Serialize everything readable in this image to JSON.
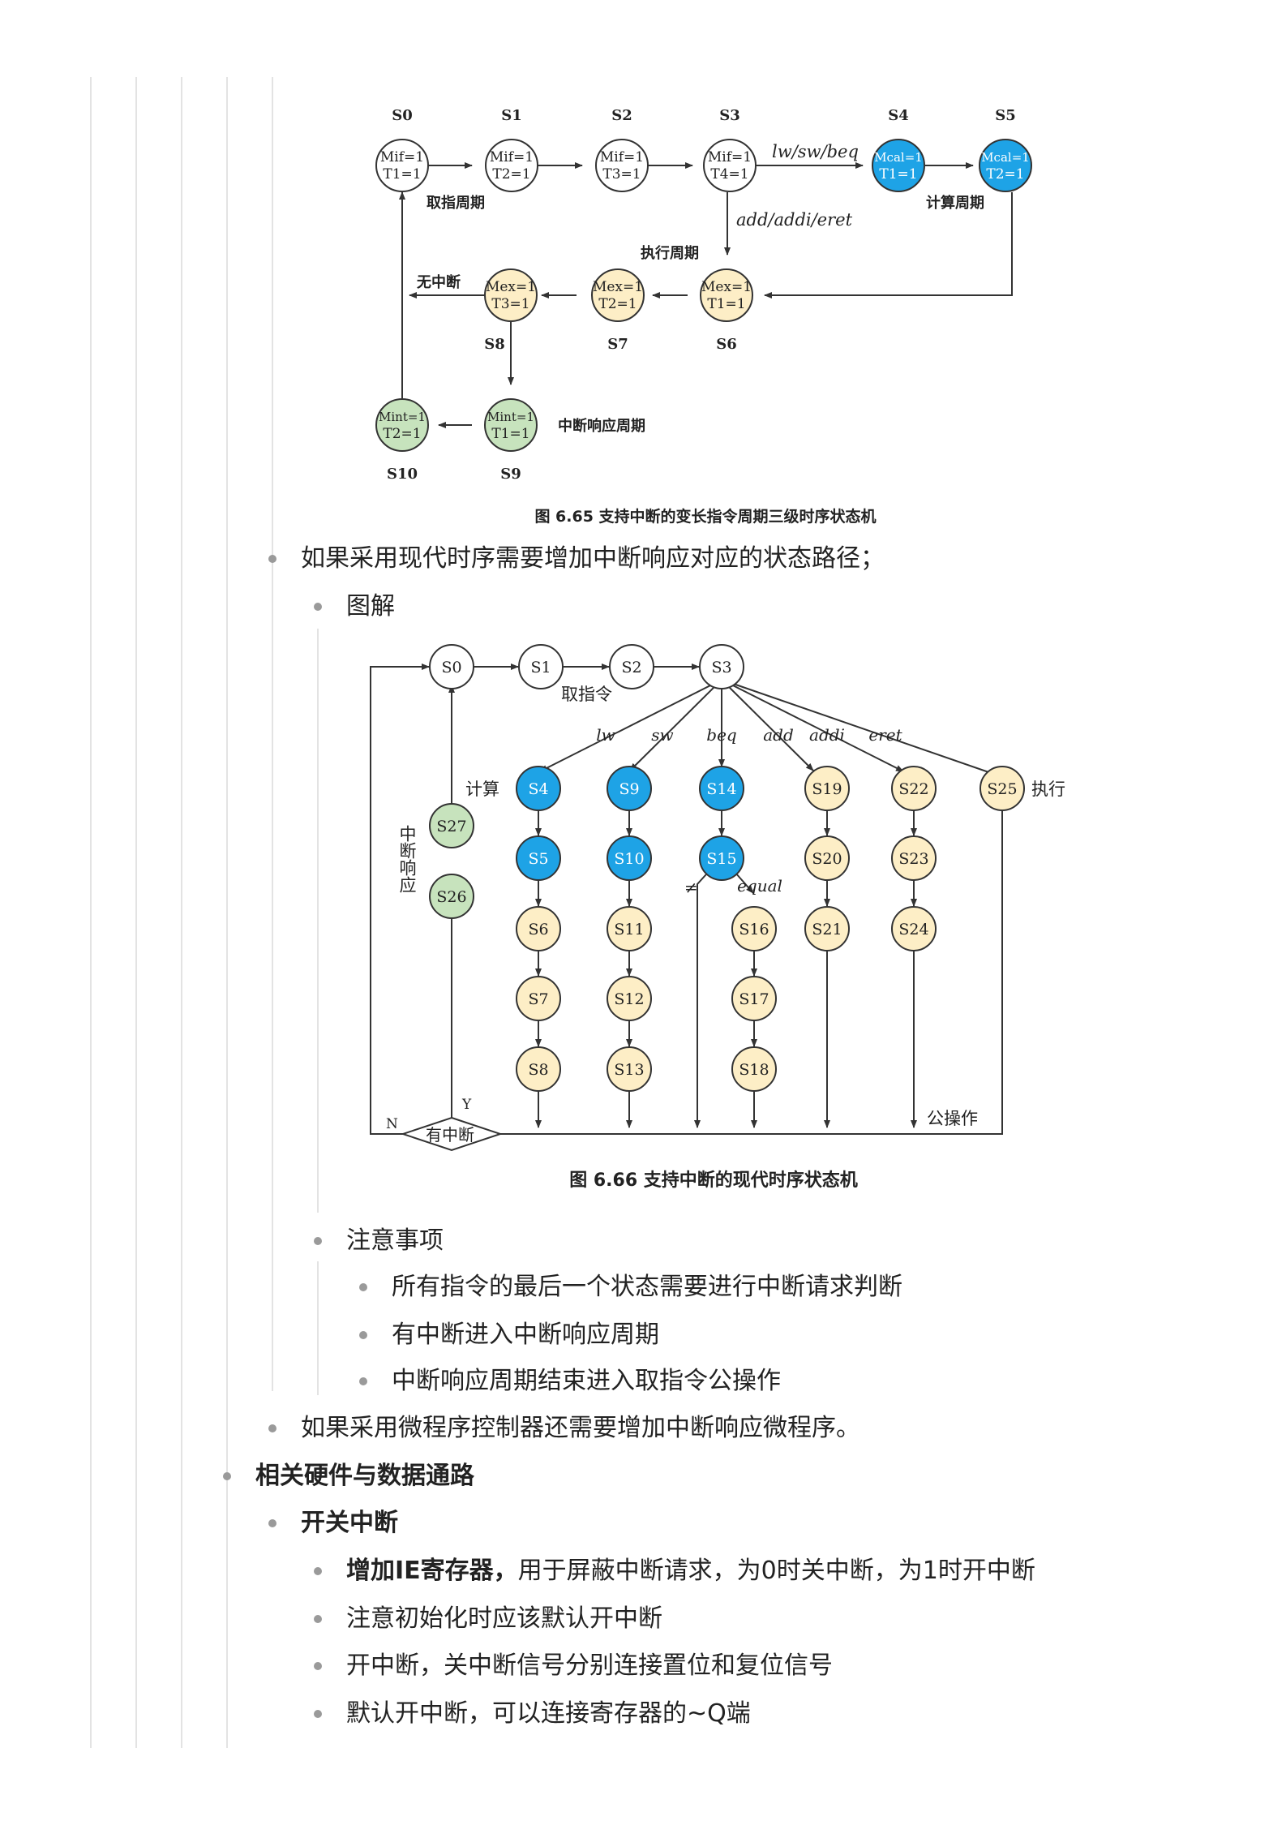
{
  "figure_665": {
    "states": [
      {
        "name": "S0",
        "l1": "Mif=1",
        "l2": "T1=1"
      },
      {
        "name": "S1",
        "l1": "Mif=1",
        "l2": "T2=1"
      },
      {
        "name": "S2",
        "l1": "Mif=1",
        "l2": "T3=1"
      },
      {
        "name": "S3",
        "l1": "Mif=1",
        "l2": "T4=1"
      },
      {
        "name": "S4",
        "l1": "Mcal=1",
        "l2": "T1=1"
      },
      {
        "name": "S5",
        "l1": "Mcal=1",
        "l2": "T2=1"
      },
      {
        "name": "S6",
        "l1": "Mex=1",
        "l2": "T1=1"
      },
      {
        "name": "S7",
        "l1": "Mex=1",
        "l2": "T2=1"
      },
      {
        "name": "S8",
        "l1": "Mex=1",
        "l2": "T3=1"
      },
      {
        "name": "S9",
        "l1": "Mint=1",
        "l2": "T1=1"
      },
      {
        "name": "S10",
        "l1": "Mint=1",
        "l2": "T2=1"
      }
    ],
    "labels": {
      "fetch_cycle": "取指周期",
      "calc_cycle": "计算周期",
      "exec_cycle": "执行周期",
      "no_interrupt": "无中断",
      "int_cycle": "中断响应周期",
      "mem_branch": "lw/sw/beq",
      "alu_branch": "add/addi/eret"
    },
    "caption": "图 6.65  支持中断的变长指令周期三级时序状态机"
  },
  "bullet1": "如果采用现代时序需要增加中断响应对应的状态路径；",
  "sub_diagram": "图解",
  "figure_666": {
    "states": [
      "S0",
      "S1",
      "S2",
      "S3",
      "S4",
      "S9",
      "S14",
      "S19",
      "S22",
      "S25",
      "S5",
      "S10",
      "S15",
      "S20",
      "S23",
      "S6",
      "S11",
      "S16",
      "S21",
      "S24",
      "S7",
      "S12",
      "S17",
      "S8",
      "S13",
      "S18",
      "S26",
      "S27"
    ],
    "branch_labels": [
      "lw",
      "sw",
      "beq",
      "add",
      "addi",
      "eret"
    ],
    "labels": {
      "fetch": "取指令",
      "compute": "计算",
      "execute": "执行",
      "int_response": "中断响应",
      "neq": "≠",
      "equal": "equal",
      "public_op": "公操作",
      "has_interrupt": "有中断",
      "yes": "Y",
      "no": "N"
    },
    "caption": "图 6.66  支持中断的现代时序状态机"
  },
  "notes_title": "注意事项",
  "notes": [
    "所有指令的最后一个状态需要进行中断请求判断",
    "有中断进入中断响应周期",
    "中断响应周期结束进入取指令公操作"
  ],
  "bullet2": "如果采用微程序控制器还需要增加中断响应微程序。",
  "section_title": "相关硬件与数据通路",
  "subsection_title": "开关中断",
  "items": [
    {
      "bold": "增加IE寄存器，",
      "text": "用于屏蔽中断请求，为0时关中断，为1时开中断"
    },
    {
      "bold": "",
      "text": "注意初始化时应该默认开中断"
    },
    {
      "bold": "",
      "text": "开中断，关中断信号分别连接置位和复位信号"
    },
    {
      "bold": "",
      "text": "默认开中断，可以连接寄存器的~Q端"
    }
  ],
  "colors": {
    "blue": "#1ea3e6",
    "yellow": "#fdeec6",
    "green": "#c7e3bd",
    "guide": "#e3e3e3",
    "bullet": "#9a9a9a"
  }
}
